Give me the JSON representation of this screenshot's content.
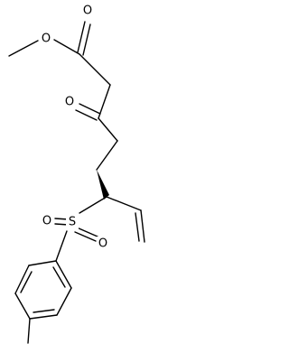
{
  "molecule": {
    "atoms": {
      "ester_o_carbonyl": "O",
      "ester_o_single": "O",
      "ketone_o": "O",
      "sulfonyl_s": "S",
      "sulfonyl_o_left": "O",
      "sulfonyl_o_right": "O"
    }
  },
  "colors": {
    "bond": "#000000",
    "background": "#ffffff"
  }
}
